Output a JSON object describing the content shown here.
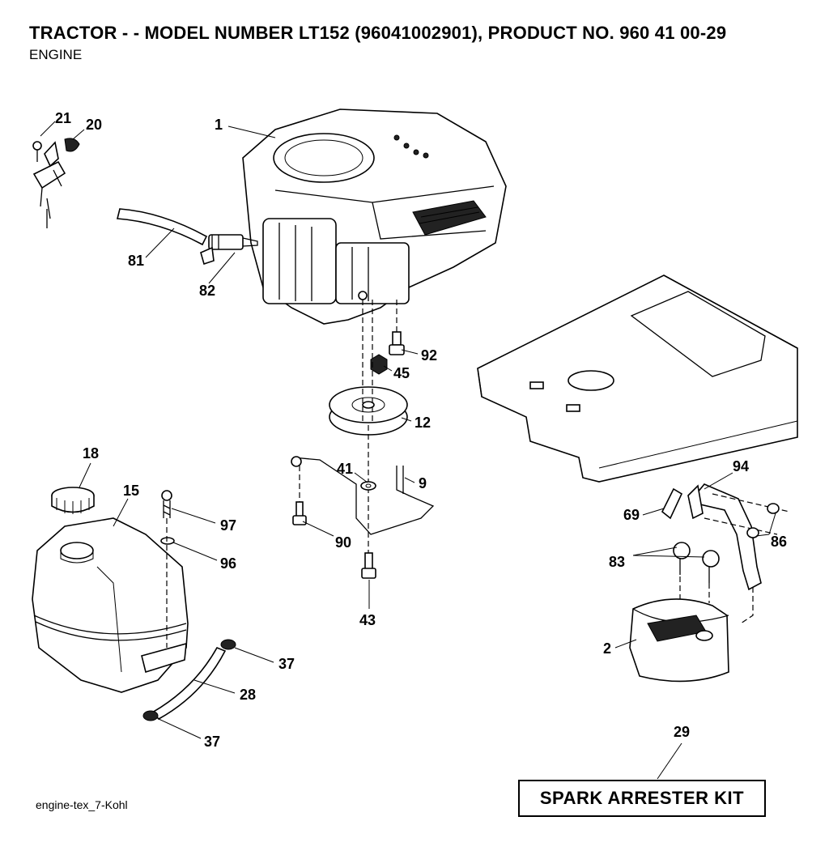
{
  "header": {
    "title": "TRACTOR - - MODEL NUMBER LT152 (96041002901), PRODUCT NO. 960 41 00-29",
    "subtitle": "ENGINE"
  },
  "footer": {
    "drawing_ref": "engine-tex_7-Kohl"
  },
  "kit_box": {
    "label": "SPARK ARRESTER KIT"
  },
  "callouts": {
    "c1": "1",
    "c2": "2",
    "c9": "9",
    "c12": "12",
    "c15": "15",
    "c18": "18",
    "c20": "20",
    "c21": "21",
    "c28": "28",
    "c29": "29",
    "c37a": "37",
    "c37b": "37",
    "c41": "41",
    "c43": "43",
    "c45": "45",
    "c69": "69",
    "c81": "81",
    "c82": "82",
    "c83": "83",
    "c86": "86",
    "c90": "90",
    "c92": "92",
    "c94": "94",
    "c96": "96",
    "c97": "97"
  }
}
